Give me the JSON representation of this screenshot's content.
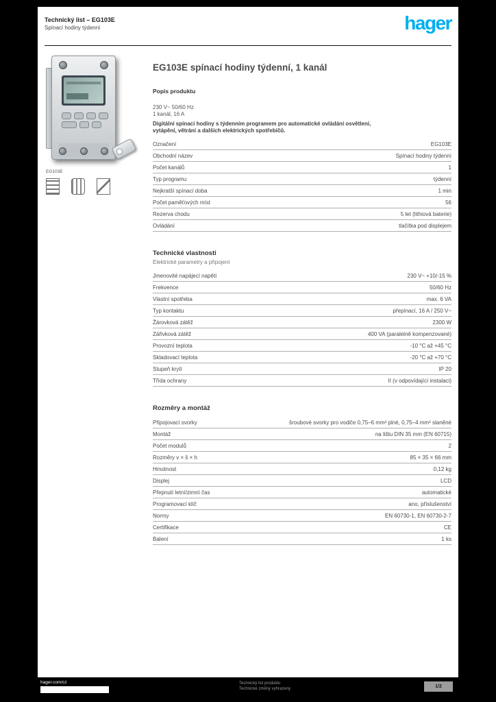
{
  "page": {
    "header": {
      "product_code": "Technický list – EG103E",
      "product_desc": "Spínací hodiny týdenní",
      "logo_text": "hager",
      "logo_color": "#00AEEF"
    },
    "left": {
      "caption": "EG103E",
      "cert_icons": [
        "approval-mark-icon-1",
        "approval-mark-icon-2",
        "approval-mark-icon-3"
      ]
    },
    "main": {
      "title": "EG103E spínací hodiny týdenní, 1 kanál",
      "intro_heading": "Popis produktu",
      "description_lines": [
        "230 V~ 50/60 Hz",
        "1 kanál, 16 A"
      ],
      "note": "Digitální spínací hodiny s týdenním programem pro automatické ovládání osvětlení, vytápění, větrání a dalších elektrických spotřebičů.",
      "sections": [
        {
          "heading": "",
          "subheading": "",
          "rows": [
            {
              "label": "Označení",
              "value": "EG103E"
            },
            {
              "label": "Obchodní název",
              "value": "Spínací hodiny týdenní"
            },
            {
              "label": "Počet kanálů",
              "value": "1"
            },
            {
              "label": "Typ programu",
              "value": "týdenní"
            },
            {
              "label": "Nejkratší spínací doba",
              "value": "1 min"
            },
            {
              "label": "Počet paměťových míst",
              "value": "56"
            },
            {
              "label": "Rezerva chodu",
              "value": "5 let (lithiová baterie)"
            },
            {
              "label": "Ovládání",
              "value": "tlačítka pod displejem"
            }
          ]
        },
        {
          "heading": "Technické vlastnosti",
          "subheading": "Elektrické parametry a připojení",
          "rows": [
            {
              "label": "Jmenovité napájecí napětí",
              "value": "230 V~ +10/-15 %"
            },
            {
              "label": "Frekvence",
              "value": "50/60 Hz"
            },
            {
              "label": "Vlastní spotřeba",
              "value": "max. 6 VA"
            },
            {
              "label": "Typ kontaktu",
              "value": "přepínací, 16 A / 250 V~"
            },
            {
              "label": "Žárovková zátěž",
              "value": "2300 W"
            },
            {
              "label": "Zářivková zátěž",
              "value": "400 VA (paralelně kompenzované)"
            },
            {
              "label": "Provozní teplota",
              "value": "-10 °C až +45 °C"
            },
            {
              "label": "Skladovací teplota",
              "value": "-20 °C až +70 °C"
            },
            {
              "label": "Stupeň krytí",
              "value": "IP 20"
            },
            {
              "label": "Třída ochrany",
              "value": "II (v odpovídající instalaci)"
            }
          ]
        },
        {
          "heading": "Rozměry a montáž",
          "subheading": "",
          "rows": [
            {
              "label": "Připojovací svorky",
              "value": "šroubové svorky pro vodiče 0,75–6 mm² plné, 0,75–4 mm² slaněné"
            },
            {
              "label": "Montáž",
              "value": "na lištu DIN 35 mm (EN 60715)"
            },
            {
              "label": "Počet modulů",
              "value": "2"
            },
            {
              "label": "Rozměry v × š × h",
              "value": "85 × 35 × 66 mm"
            },
            {
              "label": "Hmotnost",
              "value": "0,12 kg"
            },
            {
              "label": "Displej",
              "value": "LCD"
            },
            {
              "label": "Přepnutí letní/zimní čas",
              "value": "automatické"
            },
            {
              "label": "Programovací klíč",
              "value": "ano, příslušenství"
            },
            {
              "label": "Normy",
              "value": "EN 60730-1, EN 60730-2-7"
            },
            {
              "label": "Certifikace",
              "value": "CE"
            },
            {
              "label": "Balení",
              "value": "1 ks"
            }
          ]
        }
      ]
    },
    "footer": {
      "site": "hager.com/cz",
      "center_line1": "Technický list produktu",
      "center_line2": "Technické změny vyhrazeny",
      "page_badge": "1/2"
    }
  }
}
